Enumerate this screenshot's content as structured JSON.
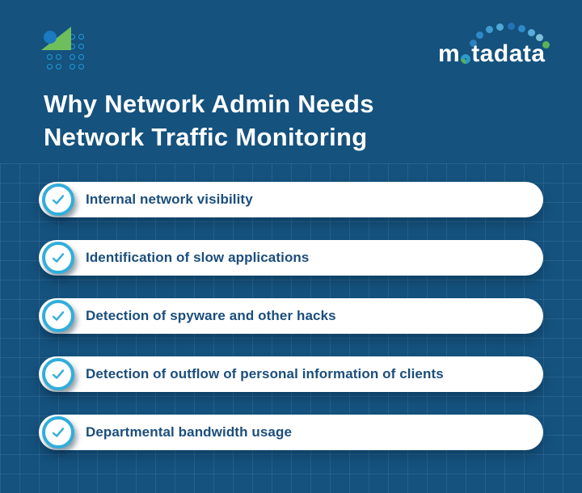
{
  "header": {
    "title_line1": "Why Network Admin Needs",
    "title_line2": "Network Traffic Monitoring"
  },
  "brand": {
    "full_name": "motadata",
    "wordmark_prefix": "m",
    "wordmark_suffix": "tadata",
    "arc_dot_colors": [
      "#2E7FBF",
      "#3089C7",
      "#3F9AD0",
      "#4FA8D8",
      "#2173B5",
      "#3089C7",
      "#58ADDA",
      "#7CC0DA",
      "#5BB257"
    ],
    "accent_blue": "#2D9BC9",
    "accent_green": "#5BB257"
  },
  "checklist": {
    "items": [
      {
        "label": "Internal network visibility"
      },
      {
        "label": "Identification of slow applications"
      },
      {
        "label": "Detection of spyware and other hacks"
      },
      {
        "label": "Detection of outflow of personal information of clients"
      },
      {
        "label": "Departmental bandwidth usage"
      }
    ]
  },
  "colors": {
    "background": "#15527E",
    "grid_line": "rgba(150,190,225,0.14)",
    "title_text": "#FFFFFF",
    "item_text": "#1B4E7C",
    "check_cyan": "#31AEDA",
    "logo_green": "#6FBE5C",
    "logo_blue": "#1B79BF",
    "logo_dot_teal": "#1F9CD8"
  }
}
